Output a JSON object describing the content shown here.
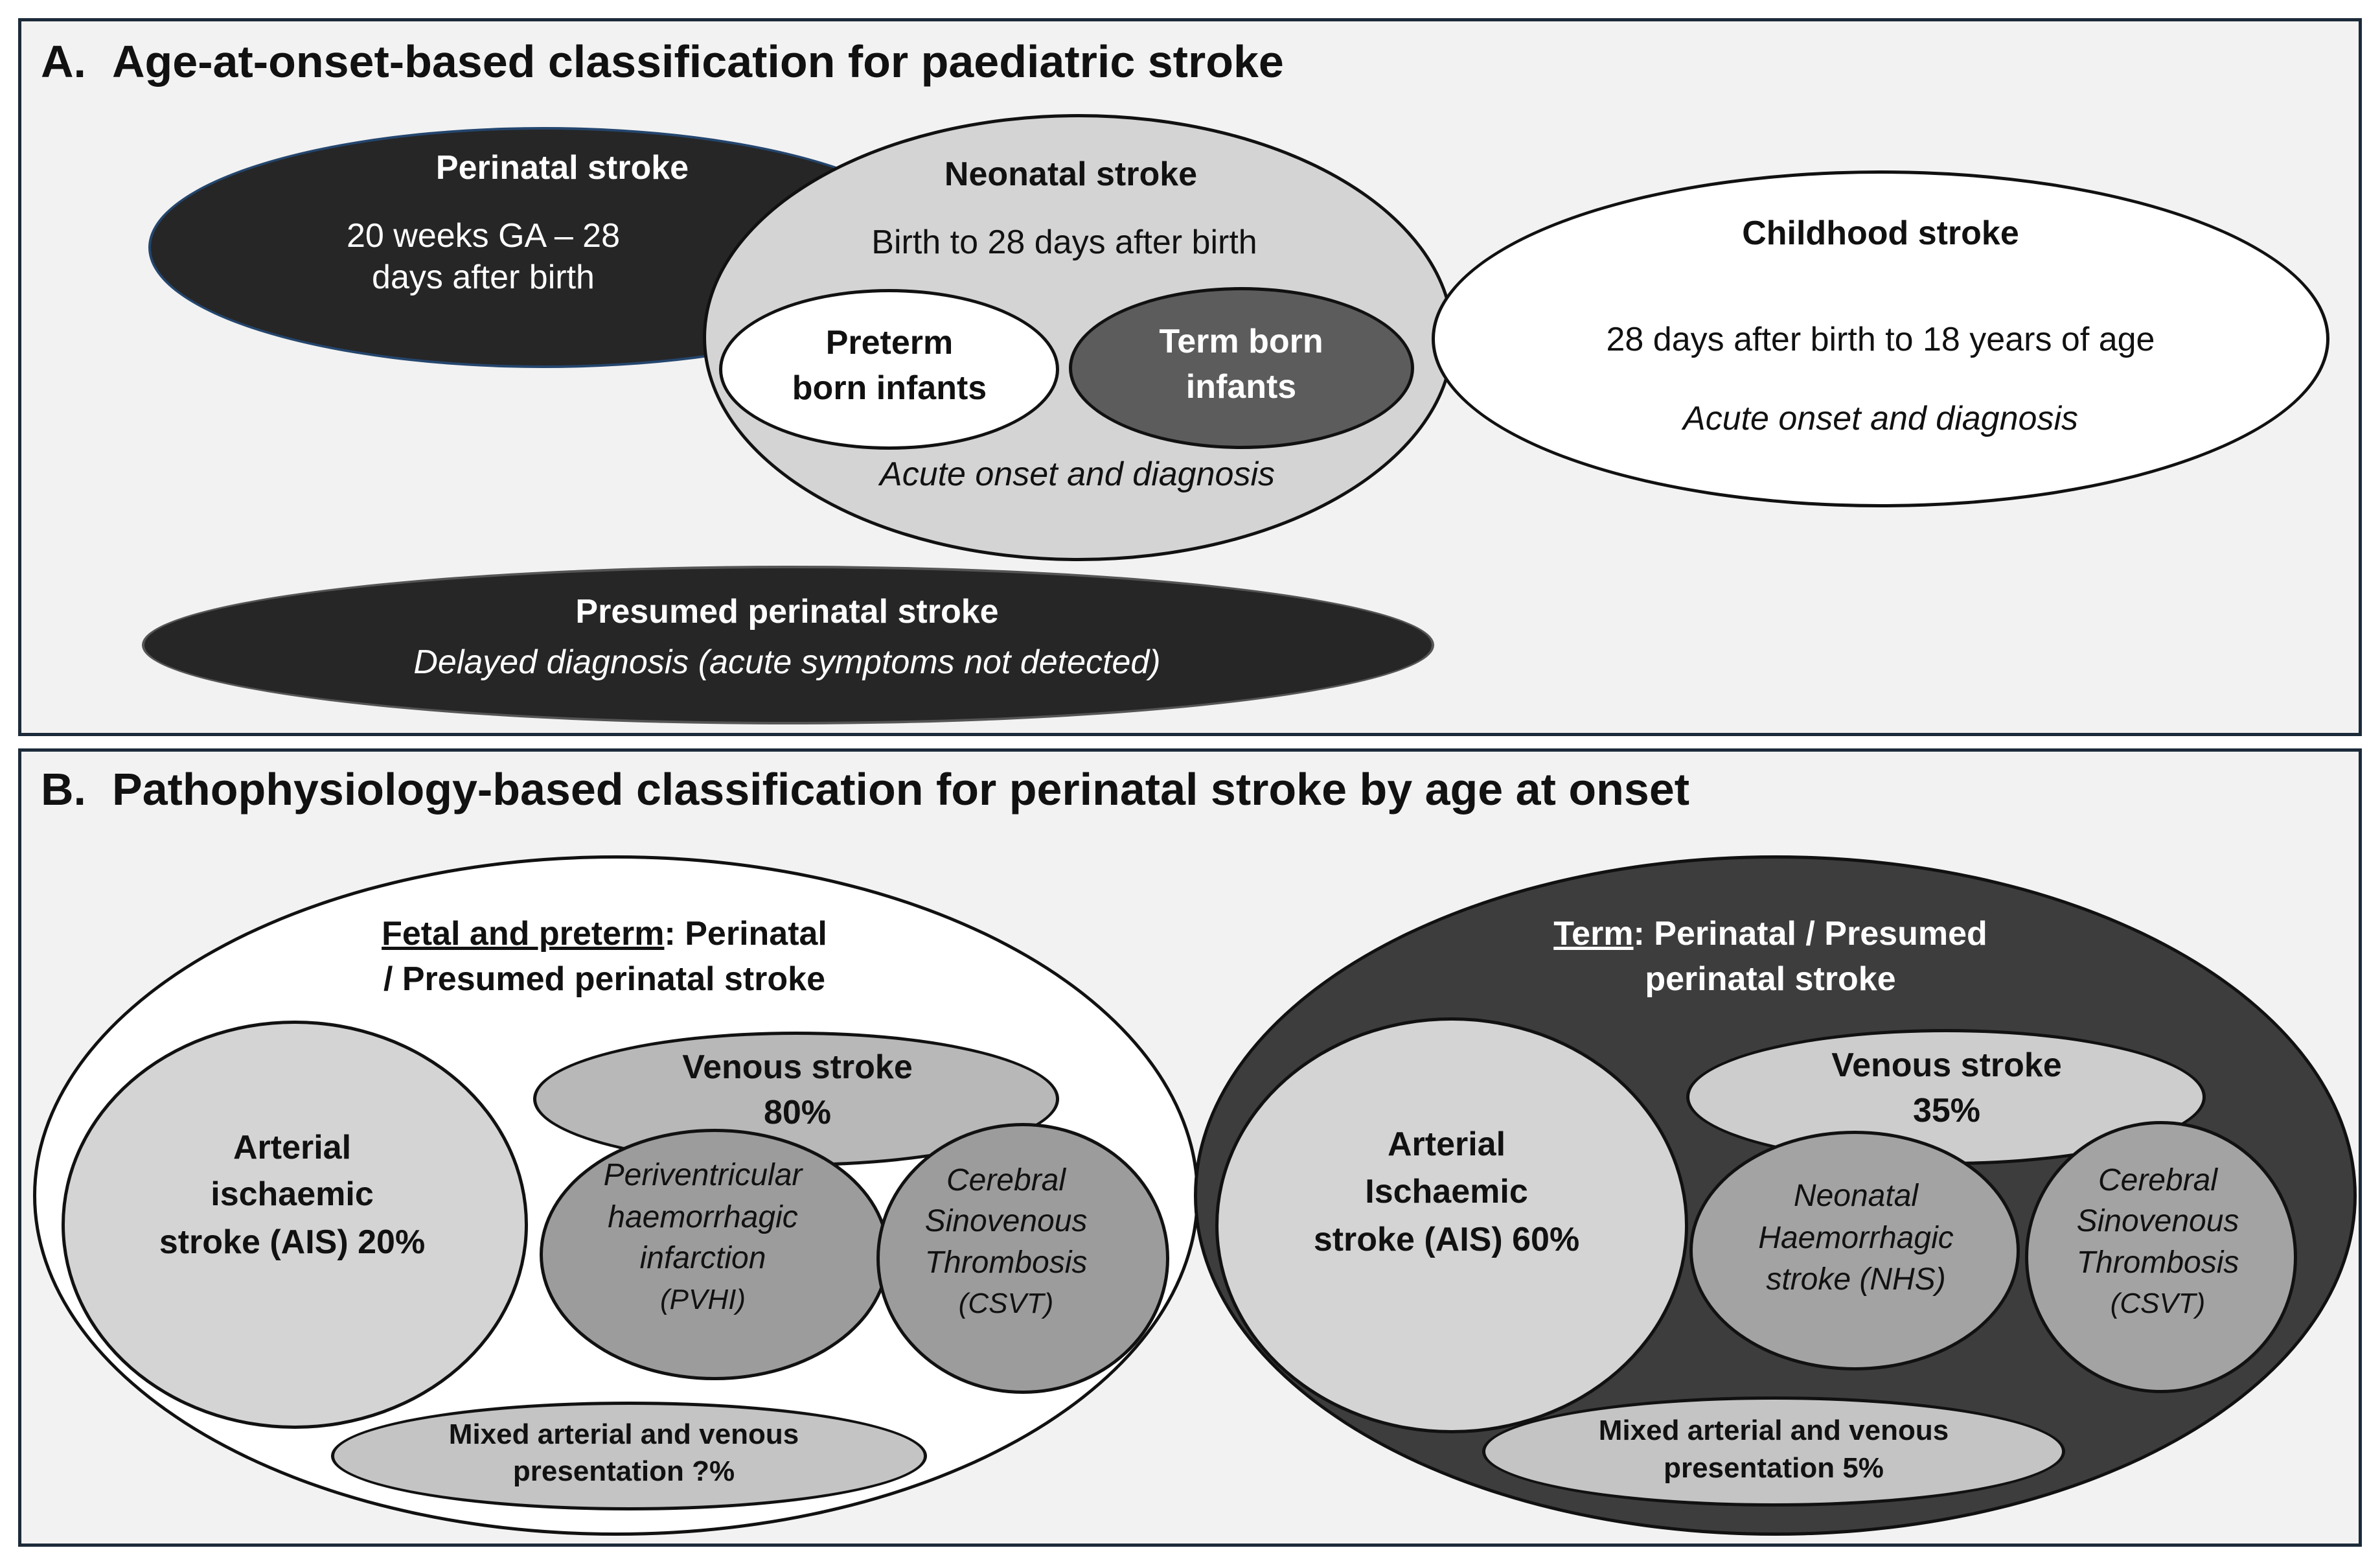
{
  "panel_a": {
    "letter": "A.",
    "title": "Age-at-onset-based classification for paediatric stroke",
    "perinatal": {
      "title": "Perinatal stroke",
      "line1": "20 weeks GA  –  28",
      "line2": "days after birth"
    },
    "neonatal": {
      "title": "Neonatal stroke",
      "range": "Birth to 28 days after birth",
      "preterm_line1": "Preterm",
      "preterm_line2": "born infants",
      "term_line1": "Term born",
      "term_line2": "infants",
      "note": "Acute onset and diagnosis"
    },
    "childhood": {
      "title": "Childhood stroke",
      "range": "28 days after birth to 18 years of age",
      "note": "Acute onset and diagnosis"
    },
    "presumed": {
      "title": "Presumed perinatal stroke",
      "note": "Delayed diagnosis (acute symptoms not detected)"
    }
  },
  "panel_b": {
    "letter": "B.",
    "title": "Pathophysiology-based classification for perinatal stroke by age at onset",
    "fetal": {
      "heading_underlined": "Fetal and preterm",
      "heading_rest_1": ": Perinatal",
      "heading_line2": "/ Presumed perinatal stroke",
      "ais_line1": "Arterial",
      "ais_line2": "ischaemic",
      "ais_line3": "stroke (AIS) 20%",
      "venous_line1": "Venous stroke",
      "venous_line2": "80%",
      "pvhi_line1": "Periventricular",
      "pvhi_line2": "haemorrhagic",
      "pvhi_line3": "infarction",
      "pvhi_line4": "(PVHI)",
      "csvt_line1": "Cerebral",
      "csvt_line2": "Sinovenous",
      "csvt_line3": "Thrombosis",
      "csvt_line4": "(CSVT)",
      "mixed_line1": "Mixed arterial and venous",
      "mixed_line2": "presentation ?%"
    },
    "term": {
      "heading_underlined": "Term",
      "heading_rest_1": ": Perinatal / Presumed",
      "heading_line2": "perinatal stroke",
      "ais_line1": "Arterial",
      "ais_line2": "Ischaemic",
      "ais_line3": "stroke (AIS) 60%",
      "venous_line1": "Venous stroke",
      "venous_line2": "35%",
      "nhs_line1": "Neonatal",
      "nhs_line2": "Haemorrhagic",
      "nhs_line3": "stroke (NHS)",
      "csvt_line1": "Cerebral",
      "csvt_line2": "Sinovenous",
      "csvt_line3": "Thrombosis",
      "csvt_line4": "(CSVT)",
      "mixed_line1": "Mixed arterial and venous",
      "mixed_line2": "presentation 5%"
    }
  }
}
